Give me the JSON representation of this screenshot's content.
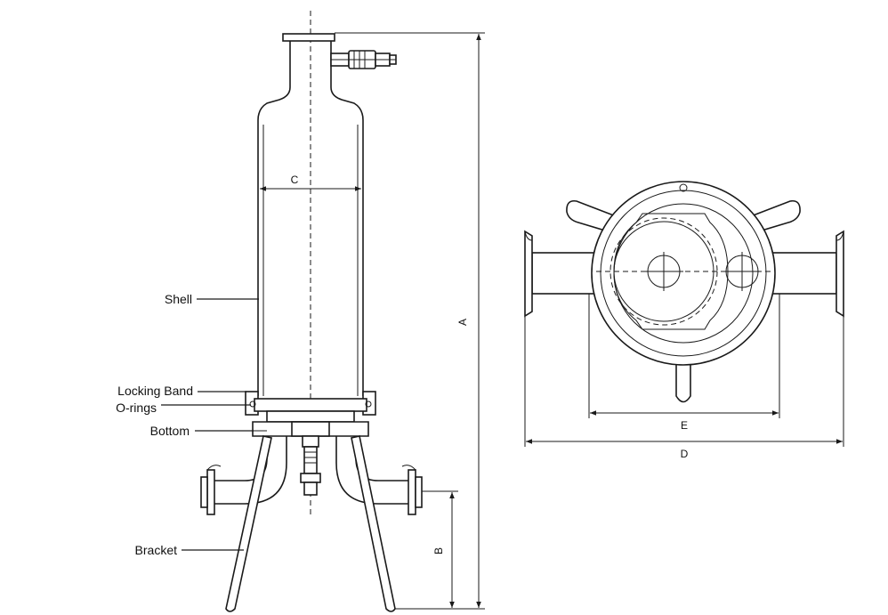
{
  "labels": {
    "shell": "Shell",
    "locking_band": "Locking Band",
    "o_rings": "O-rings",
    "bottom": "Bottom",
    "bracket": "Bracket"
  },
  "dimensions": {
    "a": "A",
    "b": "B",
    "c": "C",
    "d": "D",
    "e": "E"
  },
  "colors": {
    "line": "#1a1a1a",
    "background": "#ffffff"
  }
}
